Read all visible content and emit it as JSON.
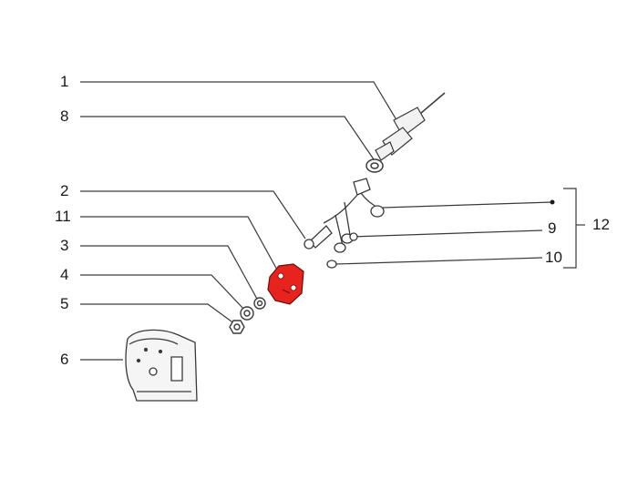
{
  "callouts": [
    {
      "id": "1",
      "label": "1"
    },
    {
      "id": "8",
      "label": "8"
    },
    {
      "id": "2",
      "label": "2"
    },
    {
      "id": "11",
      "label": "11"
    },
    {
      "id": "3",
      "label": "3"
    },
    {
      "id": "4",
      "label": "4"
    },
    {
      "id": "5",
      "label": "5"
    },
    {
      "id": "6",
      "label": "6"
    },
    {
      "id": "9",
      "label": "9"
    },
    {
      "id": "10",
      "label": "10"
    },
    {
      "id": "12",
      "label": "12"
    }
  ],
  "colors": {
    "line": "#3a3a3a",
    "highlight": "#e8231e",
    "text": "#1a1a1a"
  }
}
